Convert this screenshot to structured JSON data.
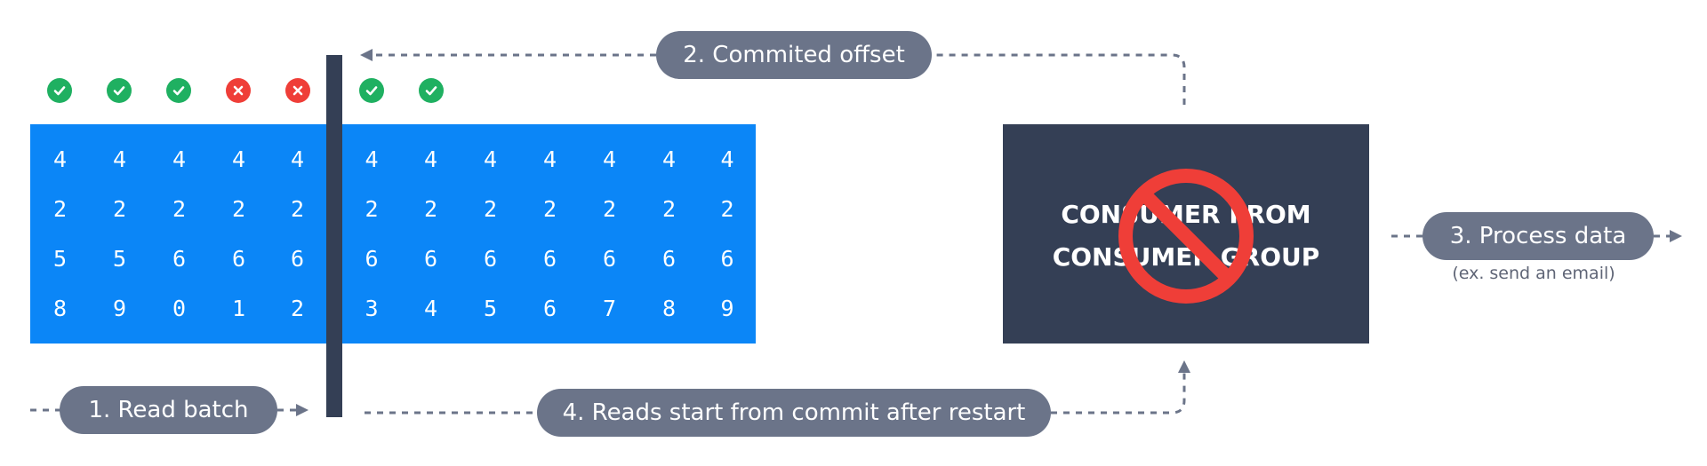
{
  "partition": {
    "offsets": [
      {
        "digits": [
          "4",
          "2",
          "5",
          "8"
        ],
        "status": "ok"
      },
      {
        "digits": [
          "4",
          "2",
          "5",
          "9"
        ],
        "status": "ok"
      },
      {
        "digits": [
          "4",
          "2",
          "6",
          "0"
        ],
        "status": "ok"
      },
      {
        "digits": [
          "4",
          "2",
          "6",
          "1"
        ],
        "status": "fail"
      },
      {
        "digits": [
          "4",
          "2",
          "6",
          "2"
        ],
        "status": "fail"
      },
      {
        "digits": [
          "4",
          "2",
          "6",
          "3"
        ],
        "status": "ok"
      },
      {
        "digits": [
          "4",
          "2",
          "6",
          "4"
        ],
        "status": "ok"
      },
      {
        "digits": [
          "4",
          "2",
          "6",
          "5"
        ],
        "status": null
      },
      {
        "digits": [
          "4",
          "2",
          "6",
          "6"
        ],
        "status": null
      },
      {
        "digits": [
          "4",
          "2",
          "6",
          "7"
        ],
        "status": null
      },
      {
        "digits": [
          "4",
          "2",
          "6",
          "8"
        ],
        "status": null
      },
      {
        "digits": [
          "4",
          "2",
          "6",
          "9"
        ],
        "status": null
      }
    ]
  },
  "labels": {
    "read_batch": "1. Read batch",
    "committed_offset": "2. Commited offset",
    "process_data": "3. Process data",
    "process_note": "(ex. send an email)",
    "reads_restart": "4. Reads start from commit after restart"
  },
  "consumer": {
    "line1": "CONSUMER FROM",
    "line2": "CONSUMER GROUP"
  },
  "icons": {
    "ok": "check-icon",
    "fail": "cross-icon",
    "consumer_status": "prohibited-icon"
  },
  "colors": {
    "partition": "#0b86f7",
    "consumer": "#343f55",
    "pill": "#6b7489",
    "ok": "#1fb061",
    "fail": "#ef3e38",
    "arrow": "#6b7489"
  }
}
